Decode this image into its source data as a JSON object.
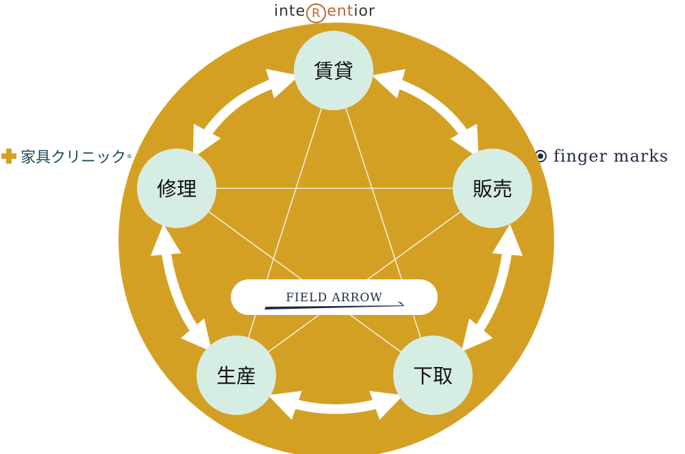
{
  "brands": {
    "top": {
      "part1": "inte",
      "ring_letter": "R",
      "part2": "ent",
      "part3": "ior"
    },
    "left": {
      "text": "家具クリニック",
      "reg_mark": "®"
    },
    "right": {
      "text": "finger marks"
    }
  },
  "nodes": {
    "rent": "賃貸",
    "sell": "販売",
    "tradein": "下取",
    "produce": "生産",
    "repair": "修理"
  },
  "center": {
    "label": "FIELD ARROW"
  },
  "colors": {
    "ring": "#d4a024",
    "node": "#d6ede3",
    "line": "#ffffff",
    "navy": "#1e2a4a",
    "brand_copper": "#b8672f"
  }
}
